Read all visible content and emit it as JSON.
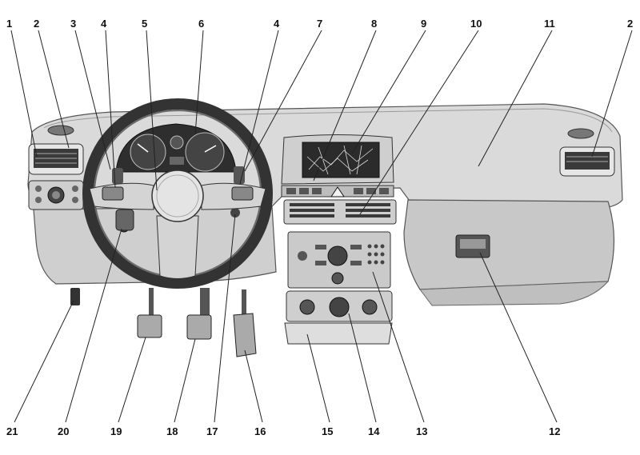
{
  "callouts_top": [
    "1",
    "2",
    "3",
    "4",
    "5",
    "6",
    "4",
    "7",
    "8",
    "9",
    "10",
    "11",
    "2"
  ],
  "callouts_bottom": [
    "21",
    "20",
    "19",
    "18",
    "17",
    "16",
    "15",
    "14",
    "13",
    "12"
  ],
  "colors": {
    "dashboard": "#d9d9d9",
    "dashboard_shade": "#bdbdbd",
    "panel_dark": "#8a8a8a",
    "vent": "#3a3a3a",
    "screen": "#2b2b2b",
    "ink": "#111111"
  }
}
